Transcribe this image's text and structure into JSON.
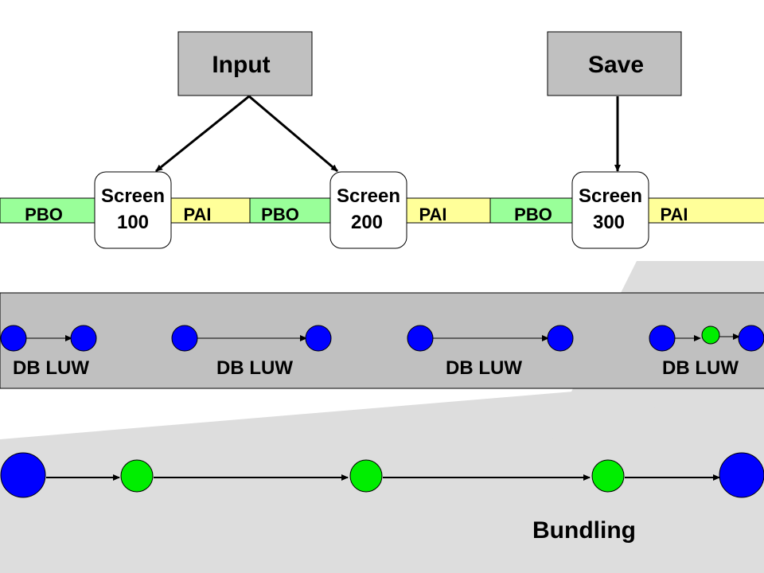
{
  "top_boxes": {
    "input": "Input",
    "save": "Save"
  },
  "screens": [
    {
      "line1": "Screen",
      "line2": "100"
    },
    {
      "line1": "Screen",
      "line2": "200"
    },
    {
      "line1": "Screen",
      "line2": "300"
    }
  ],
  "timeline_segments": [
    "PBO",
    "PAI",
    "PBO",
    "PAI",
    "PBO",
    "PAI"
  ],
  "luw_labels": [
    "DB LUW",
    "DB LUW",
    "DB LUW",
    "DB LUW"
  ],
  "bundling_label": "Bundling",
  "colors": {
    "pbo": "#99ff99",
    "pai": "#ffff99",
    "box_gray": "#c0c0c0",
    "band_gray": "#c0c0c0",
    "bundle_gray": "#dddddd",
    "blue": "#0000ff",
    "green": "#00ee00"
  }
}
